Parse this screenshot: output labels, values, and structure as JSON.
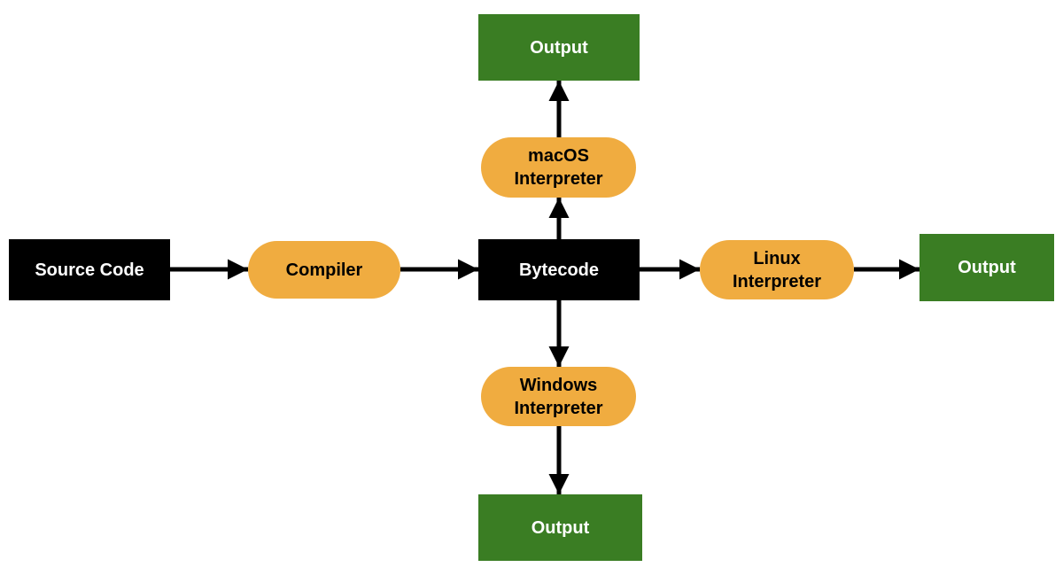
{
  "diagram": {
    "colors": {
      "background": "#FFFFFF",
      "process_black": "#000000",
      "interpreter_orange": "#F0AC40",
      "output_green": "#3A7D23",
      "arrow_black": "#000000"
    },
    "nodes": {
      "source_code": {
        "label": "Source Code",
        "shape": "rectangle",
        "color": "#000000"
      },
      "compiler": {
        "label": "Compiler",
        "shape": "pill",
        "color": "#F0AC40"
      },
      "bytecode": {
        "label": "Bytecode",
        "shape": "rectangle",
        "color": "#000000"
      },
      "macos_interpreter": {
        "label": "macOS\nInterpreter",
        "shape": "pill",
        "color": "#F0AC40"
      },
      "linux_interpreter": {
        "label": "Linux\nInterpreter",
        "shape": "pill",
        "color": "#F0AC40"
      },
      "windows_interpreter": {
        "label": "Windows\nInterpreter",
        "shape": "pill",
        "color": "#F0AC40"
      },
      "output_top": {
        "label": "Output",
        "shape": "rectangle",
        "color": "#3A7D23"
      },
      "output_right": {
        "label": "Output",
        "shape": "rectangle",
        "color": "#3A7D23"
      },
      "output_bottom": {
        "label": "Output",
        "shape": "rectangle",
        "color": "#3A7D23"
      }
    },
    "edges": [
      {
        "from": "source_code",
        "to": "compiler"
      },
      {
        "from": "compiler",
        "to": "bytecode"
      },
      {
        "from": "bytecode",
        "to": "macos_interpreter"
      },
      {
        "from": "bytecode",
        "to": "linux_interpreter"
      },
      {
        "from": "bytecode",
        "to": "windows_interpreter"
      },
      {
        "from": "macos_interpreter",
        "to": "output_top"
      },
      {
        "from": "linux_interpreter",
        "to": "output_right"
      },
      {
        "from": "windows_interpreter",
        "to": "output_bottom"
      }
    ]
  }
}
